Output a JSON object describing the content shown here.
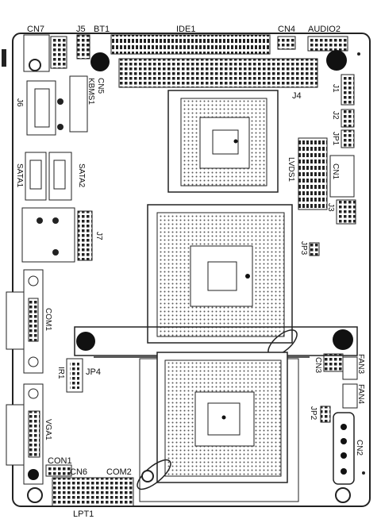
{
  "labels": {
    "cn7": "CN7",
    "j5": "J5",
    "bt1": "BT1",
    "ide1": "IDE1",
    "cn4": "CN4",
    "audio2": "AUDIO2",
    "cn5": "CN5",
    "kbms1": "KBMS1",
    "j4": "J4",
    "j1": "J1",
    "j2": "J2",
    "jp1": "JP1",
    "j6": "J6",
    "cn1": "CN1",
    "lvds1": "LVDS1",
    "j3": "J3",
    "sata1": "SATA1",
    "sata2": "SATA2",
    "j7": "J7",
    "jp3": "JP3",
    "com1": "COM1",
    "ir1": "IR1",
    "jp4": "JP4",
    "cn3": "CN3",
    "fan3": "FAN3",
    "fan4": "FAN4",
    "jp2": "JP2",
    "vga1": "VGA1",
    "cn2": "CN2",
    "con1": "CON1",
    "cn6": "CN6",
    "com2": "COM2",
    "lpt1": "LPT1"
  }
}
